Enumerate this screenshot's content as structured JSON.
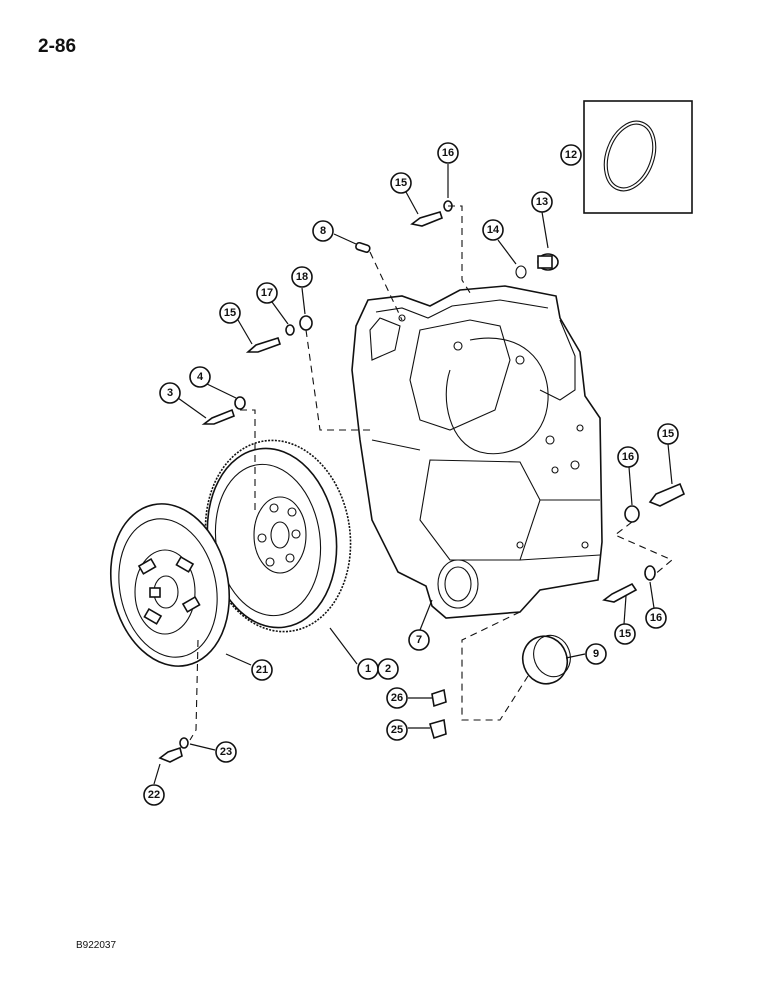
{
  "page": {
    "number": "2-86",
    "figure_code": "B922037"
  },
  "callouts": [
    {
      "id": "c12",
      "label": "12"
    },
    {
      "id": "c16a",
      "label": "16"
    },
    {
      "id": "c15a",
      "label": "15"
    },
    {
      "id": "c13",
      "label": "13"
    },
    {
      "id": "c8",
      "label": "8"
    },
    {
      "id": "c14",
      "label": "14"
    },
    {
      "id": "c18",
      "label": "18"
    },
    {
      "id": "c17",
      "label": "17"
    },
    {
      "id": "c15b",
      "label": "15"
    },
    {
      "id": "c4",
      "label": "4"
    },
    {
      "id": "c3",
      "label": "3"
    },
    {
      "id": "c15c",
      "label": "15"
    },
    {
      "id": "c16b",
      "label": "16"
    },
    {
      "id": "c7",
      "label": "7"
    },
    {
      "id": "c15d",
      "label": "15"
    },
    {
      "id": "c16c",
      "label": "16"
    },
    {
      "id": "c21",
      "label": "21"
    },
    {
      "id": "c1",
      "label": "1"
    },
    {
      "id": "c2",
      "label": "2"
    },
    {
      "id": "c9",
      "label": "9"
    },
    {
      "id": "c26",
      "label": "26"
    },
    {
      "id": "c25",
      "label": "25"
    },
    {
      "id": "c23",
      "label": "23"
    },
    {
      "id": "c22",
      "label": "22"
    }
  ]
}
